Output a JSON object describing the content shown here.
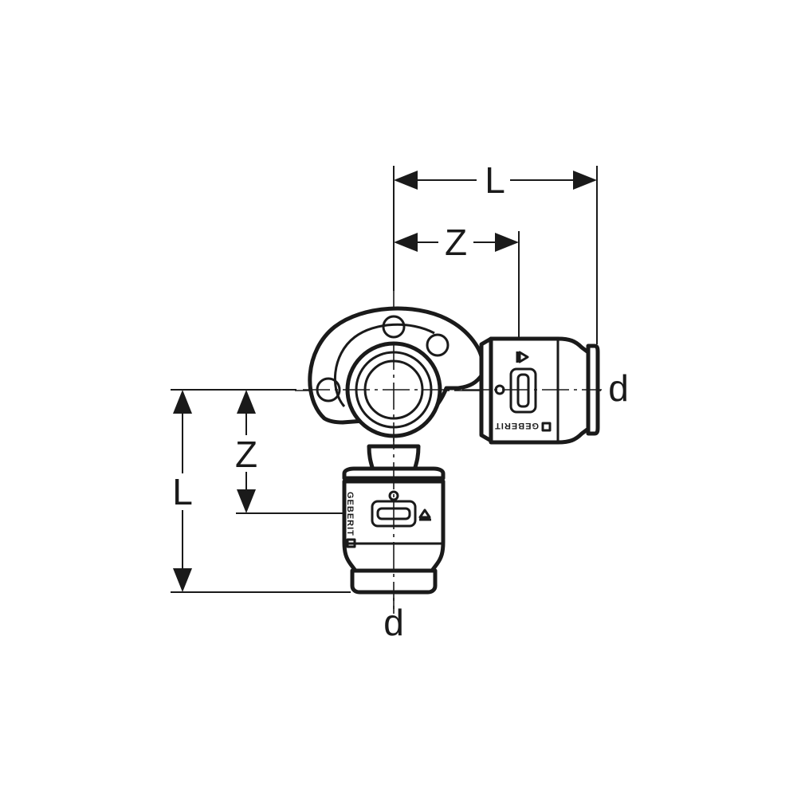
{
  "dimensions": {
    "top_length_label": "L",
    "top_z_label": "Z",
    "right_diameter_label": "d",
    "left_length_label": "L",
    "left_z_label": "Z",
    "bottom_diameter_label": "d"
  },
  "fitting": {
    "brand_text_right": "GEBERIT",
    "brand_text_bottom": "GEBERIT"
  }
}
